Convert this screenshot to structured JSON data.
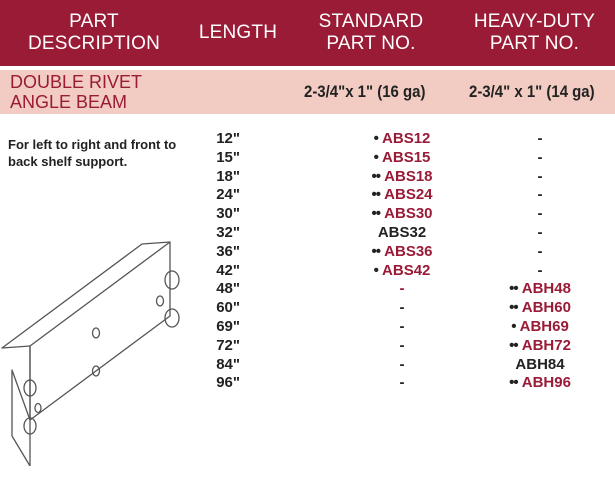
{
  "header": {
    "part_description": "PART\nDESCRIPTION",
    "length": "LENGTH",
    "standard": "STANDARD\nPART NO.",
    "heavy_duty": "HEAVY-DUTY\nPART NO."
  },
  "subheader": {
    "description": "DOUBLE RIVET\nANGLE BEAM",
    "standard_size": "2-3/4\"x 1\" (16 ga)",
    "heavy_duty_size": "2-3/4\" x 1\" (14 ga)"
  },
  "note": "For left to right and front to back shelf support.",
  "rows": [
    {
      "length": "12\"",
      "std_bullet": "•",
      "std_part": "ABS12",
      "hd_bullet": "",
      "hd_part": "-"
    },
    {
      "length": "15\"",
      "std_bullet": "•",
      "std_part": "ABS15",
      "hd_bullet": "",
      "hd_part": "-"
    },
    {
      "length": "18\"",
      "std_bullet": "••",
      "std_part": "ABS18",
      "hd_bullet": "",
      "hd_part": "-"
    },
    {
      "length": "24\"",
      "std_bullet": "••",
      "std_part": "ABS24",
      "hd_bullet": "",
      "hd_part": "-"
    },
    {
      "length": "30\"",
      "std_bullet": "••",
      "std_part": "ABS30",
      "hd_bullet": "",
      "hd_part": "-"
    },
    {
      "length": "32\"",
      "std_bullet": "",
      "std_part": "ABS32",
      "hd_bullet": "",
      "hd_part": "-"
    },
    {
      "length": "36\"",
      "std_bullet": "••",
      "std_part": "ABS36",
      "hd_bullet": "",
      "hd_part": "-"
    },
    {
      "length": "42\"",
      "std_bullet": "•",
      "std_part": "ABS42",
      "hd_bullet": "",
      "hd_part": "-"
    },
    {
      "length": "48\"",
      "std_bullet": "",
      "std_part": "-",
      "hd_bullet": "••",
      "hd_part": "ABH48"
    },
    {
      "length": "60\"",
      "std_bullet": "",
      "std_part": "-",
      "hd_bullet": "••",
      "hd_part": "ABH60"
    },
    {
      "length": "69\"",
      "std_bullet": "",
      "std_part": "-",
      "hd_bullet": "•",
      "hd_part": "ABH69"
    },
    {
      "length": "72\"",
      "std_bullet": "",
      "std_part": "-",
      "hd_bullet": "••",
      "hd_part": "ABH72"
    },
    {
      "length": "84\"",
      "std_bullet": "",
      "std_part": "-",
      "hd_bullet": "",
      "hd_part": "ABH84"
    },
    {
      "length": "96\"",
      "std_bullet": "",
      "std_part": "-",
      "hd_bullet": "••",
      "hd_part": "ABH96"
    }
  ],
  "colors": {
    "accent": "#9a1b36",
    "subheader_bg": "#f2ccc2"
  }
}
